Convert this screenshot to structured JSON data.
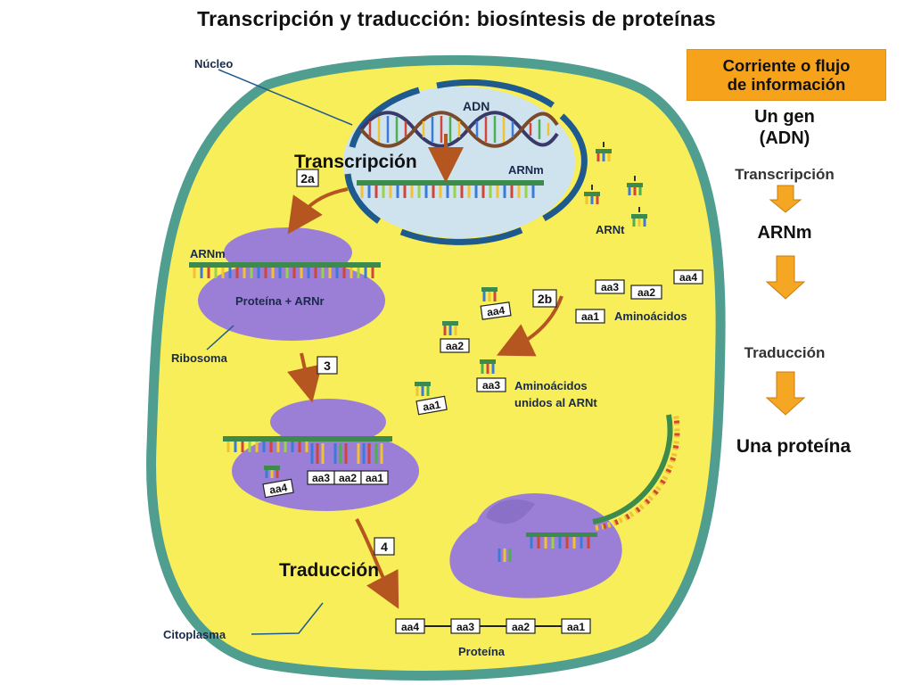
{
  "title": "Transcripción  y traducción: biosíntesis de proteínas",
  "labels": {
    "nucleo": "Núcleo",
    "adn": "ADN",
    "transcripcion": "Transcripción",
    "arnm_nucleus": "ARNm",
    "arnm_ribosome": "ARNm",
    "arnt": "ARNt",
    "proteina_arnr": "Proteína + ARNr",
    "ribosoma": "Ribosoma",
    "aminoacidos": "Aminoácidos",
    "aminoacidos_unidos_1": "Aminoácidos",
    "aminoacidos_unidos_2": "unidos al ARNt",
    "traduccion": "Traducción",
    "citoplasma": "Citoplasma",
    "proteina": "Proteína"
  },
  "steps": {
    "s2a": "2a",
    "s2b": "2b",
    "s3": "3",
    "s4": "4"
  },
  "amino_acids": {
    "aa1": "aa1",
    "aa2": "aa2",
    "aa3": "aa3",
    "aa4": "aa4"
  },
  "flow": {
    "box_line1": "Corriente o flujo",
    "box_line2": "de información",
    "gene_line1": "Un gen",
    "gene_line2": "(ADN)",
    "transcripcion": "Transcripción",
    "arnm": "ARNm",
    "traduccion": "Traducción",
    "protein": "Una proteína"
  },
  "colors": {
    "cell_fill": "#f7ee5a",
    "cell_border": "#4f9e8f",
    "nucleus_fill": "#cfe3ef",
    "nucleus_border": "#1e5a8e",
    "ribosome": "#9b7fd6",
    "arrow": "#b5551f",
    "flow_box": "#f7a21b",
    "flow_arrow": "#f5a623"
  }
}
